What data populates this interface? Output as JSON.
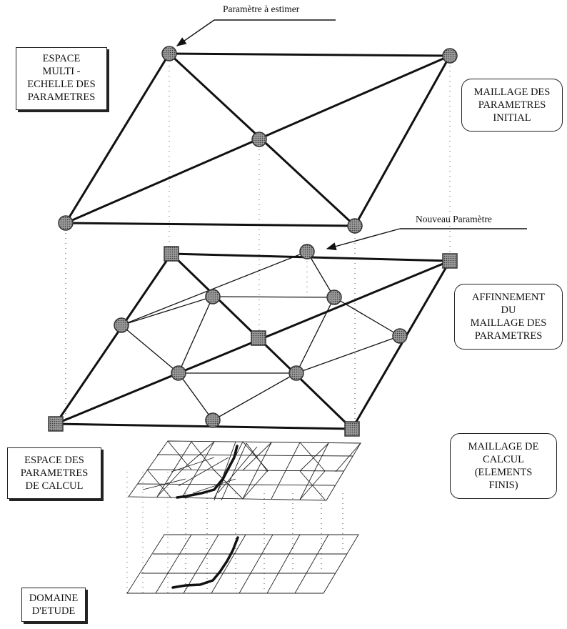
{
  "annotations": {
    "param_to_estimate": "Paramètre à estimer",
    "new_param": "Nouveau Paramètre"
  },
  "labels": {
    "espace_multi": [
      "ESPACE",
      "MULTI -",
      "ECHELLE DES",
      "PARAMETRES"
    ],
    "maillage_initial": [
      "MAILLAGE DES",
      "PARAMETRES",
      "INITIAL"
    ],
    "affinnement": [
      "AFFINNEMENT",
      "DU",
      "MAILLAGE DES",
      "PARAMETRES"
    ],
    "maillage_calcul": [
      "MAILLAGE DE",
      "CALCUL",
      "(ELEMENTS",
      "FINIS)"
    ],
    "espace_calcul": [
      "ESPACE DES",
      "PARAMETRES",
      "DE CALCUL"
    ],
    "domaine": [
      "DOMAINE",
      "D'ETUDE"
    ]
  },
  "colors": {
    "line": "#111111",
    "node_fill": "#8c8c8c",
    "node_stroke": "#333333"
  }
}
